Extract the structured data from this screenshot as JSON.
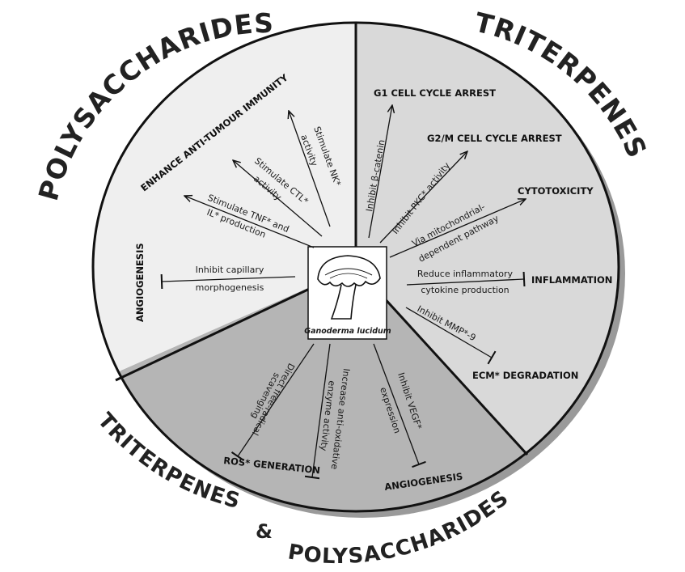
{
  "colors": {
    "left_sector": "#efefef",
    "right_sector": "#d9d9d9",
    "bottom_sector": "#b5b5b5",
    "outline": "#111111",
    "shadow": "#9a9a9a"
  },
  "titles": {
    "polysaccharides": "POLYSACCHARIDES",
    "triterpenes": "TRITERPENES",
    "bottom_line1": "TRITERPENES",
    "ampersand": "&",
    "bottom_line2": "POLYSACCHARIDES"
  },
  "center": {
    "label": "Ganoderma lucidum",
    "icon": "mushroom-icon"
  },
  "polysaccharides_sector": {
    "heading_immunity": "ENHANCE ANTI-TUMOUR IMMUNITY",
    "nk_line1": "Stimulate NK*",
    "nk_line2": "activity",
    "ctl_line1": "Stimulate CTL*",
    "ctl_line2": "activity",
    "tnf_line1": "Stimulate TNF* and",
    "tnf_line2": "IL* production",
    "heading_angiogenesis": "ANGIOGENESIS",
    "capillary_line1": "Inhibit capillary",
    "capillary_line2": "morphogenesis"
  },
  "triterpenes_sector": {
    "g1_heading": "G1 CELL CYCLE ARREST",
    "g1_label": "Inhibit β-catenin",
    "g2_heading": "G2/M CELL CYCLE ARREST",
    "g2_label": "Inhibit PKC* activity",
    "cyto_heading": "CYTOTOXICITY",
    "cyto_line1": "Via mitochondrial-",
    "cyto_line2": "dependent pathway",
    "inflam_heading": "INFLAMMATION",
    "inflam_line1": "Reduce inflammatory",
    "inflam_line2": "cytokine production",
    "ecm_label": "Inhibit MMP*-9",
    "ecm_heading": "ECM* DEGRADATION"
  },
  "combined_sector": {
    "ros_heading": "ROS* GENERATION",
    "scav_line1": "Direct free-radical",
    "scav_line2": "scavenging",
    "enzyme_line1": "Increase anti-oxidative",
    "enzyme_line2": "enzyme activity",
    "vegf_line1": "Inhibit VEGF*",
    "vegf_line2": "expression",
    "angio_heading": "ANGIOGENESIS"
  }
}
